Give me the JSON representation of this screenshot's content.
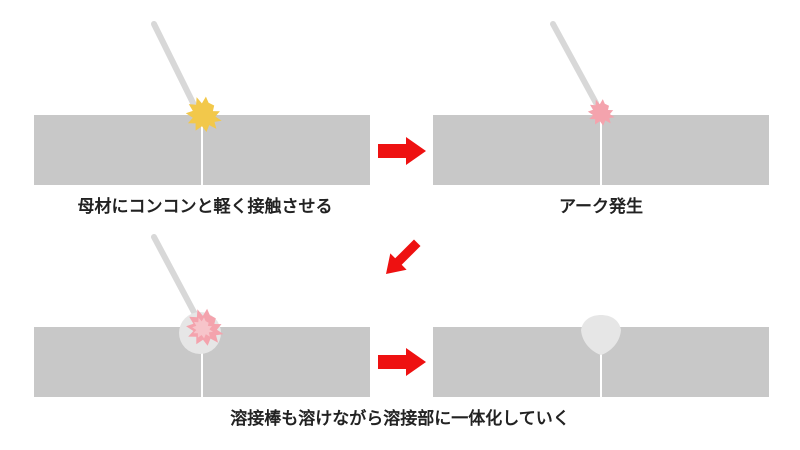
{
  "captions": {
    "step1": "母材にコンコンと軽く接触させる",
    "step2": "アーク発生",
    "step3_4": "溶接棒も溶けながら溶接部に一体化していく"
  },
  "colors": {
    "plate": "#c8c8c8",
    "seam": "#ffffff",
    "rod": "#d8d8d8",
    "spark_yellow": "#f2c84b",
    "spark_pink": "#f4a3ad",
    "spark_core_pink": "#f7c4ca",
    "molten_blob": "#e6e6e6",
    "arrow": "#ee1111",
    "caption_text": "#222222"
  }
}
